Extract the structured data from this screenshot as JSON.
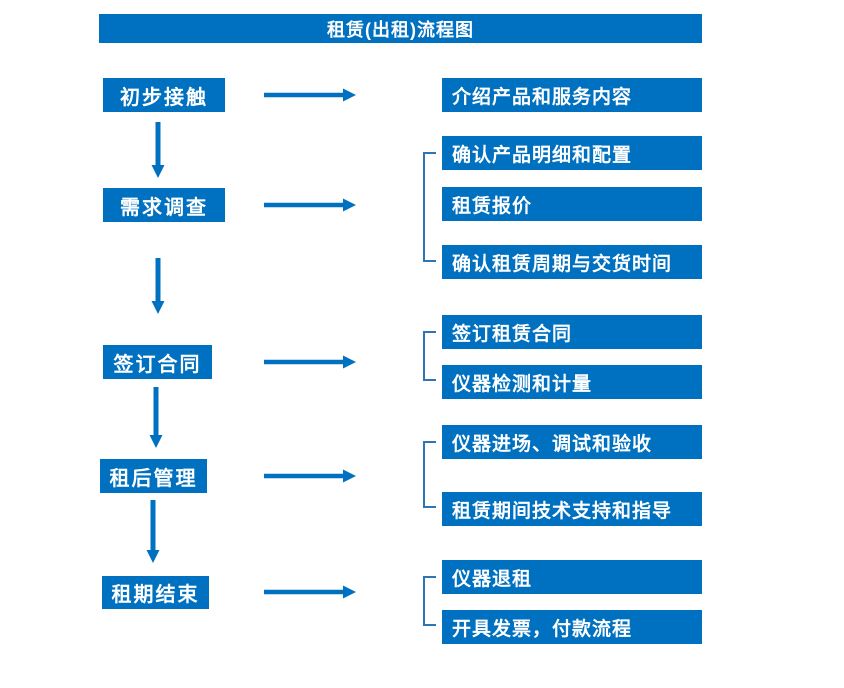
{
  "title": "租赁(出租)流程图",
  "colors": {
    "primary": "#0070C0",
    "bracket": "#2E75B6",
    "text": "#FFFFFF",
    "background": "#FFFFFF"
  },
  "flow": {
    "stages": [
      {
        "step": "初步接触",
        "details": [
          "介绍产品和服务内容"
        ]
      },
      {
        "step": "需求调查",
        "details": [
          "确认产品明细和配置",
          "租赁报价",
          "确认租赁周期与交货时间"
        ]
      },
      {
        "step": "签订合同",
        "details": [
          "签订租赁合同",
          "仪器检测和计量"
        ]
      },
      {
        "step": "租后管理",
        "details": [
          "仪器进场、调试和验收",
          "租赁期间技术支持和指导"
        ]
      },
      {
        "step": "租期结束",
        "details": [
          "仪器退租",
          "开具发票，付款流程"
        ]
      }
    ]
  }
}
